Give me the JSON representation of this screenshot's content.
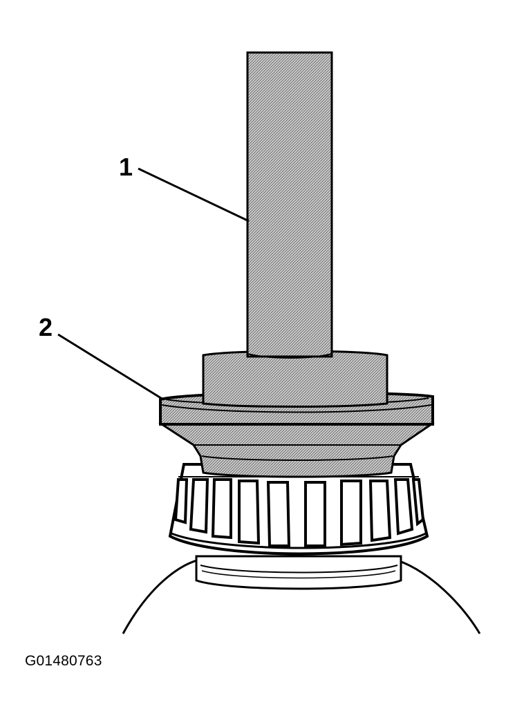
{
  "callouts": [
    {
      "number": "1"
    },
    {
      "number": "2"
    }
  ],
  "figure_id": "G01480763",
  "colors": {
    "line": "#000000",
    "shade": "#a9a9a9",
    "background": "#ffffff"
  }
}
